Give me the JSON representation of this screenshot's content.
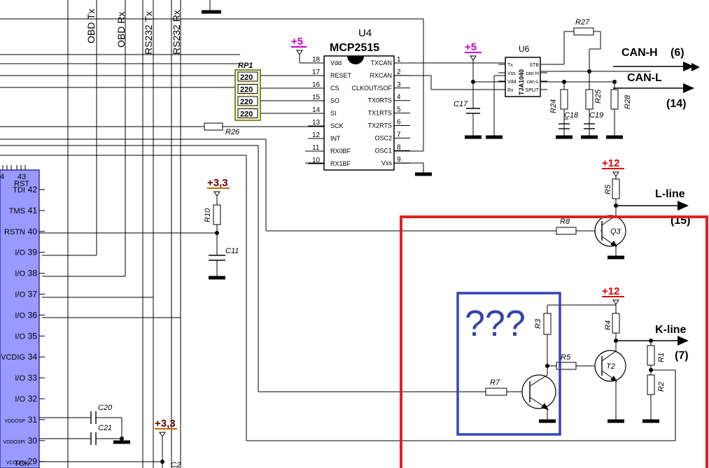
{
  "top_labels": {
    "obd_tx": "OBD Tx",
    "obd_rx": "OBD Rx",
    "rs232_tx": "RS232 Tx",
    "rs232_rx": "RS232 Rx"
  },
  "u4": {
    "ref": "U4",
    "name": "MCP2515",
    "left_pins": [
      {
        "num": "18",
        "name": "Vdd"
      },
      {
        "num": "17",
        "name": "RESET"
      },
      {
        "num": "16",
        "name": "CS"
      },
      {
        "num": "15",
        "name": "SO"
      },
      {
        "num": "14",
        "name": "SI"
      },
      {
        "num": "13",
        "name": "SCK"
      },
      {
        "num": "12",
        "name": "INT"
      },
      {
        "num": "11",
        "name": "RX0BF"
      },
      {
        "num": "10",
        "name": "RX1BF"
      }
    ],
    "right_pins": [
      {
        "num": "1",
        "name": "TXCAN"
      },
      {
        "num": "2",
        "name": "RXCAN"
      },
      {
        "num": "3",
        "name": "CLKOUT/SOF"
      },
      {
        "num": "4",
        "name": "TX0RTS"
      },
      {
        "num": "5",
        "name": "TX1RTS"
      },
      {
        "num": "6",
        "name": "TX2RTS"
      },
      {
        "num": "7",
        "name": "OSC2"
      },
      {
        "num": "8",
        "name": "OSC1"
      },
      {
        "num": "9",
        "name": "Vss"
      }
    ]
  },
  "u6": {
    "ref": "U6",
    "name": "TJA1040",
    "left_pins": [
      "Tx",
      "Vss",
      "Vdd",
      "Rx"
    ],
    "right_pins": [
      "STB",
      "can-H",
      "can-L",
      "SPLIT"
    ]
  },
  "rp1": {
    "ref": "RP1",
    "values": [
      "220",
      "220",
      "220",
      "220"
    ]
  },
  "mcu_pins": [
    {
      "num": "42",
      "name": "TDI"
    },
    {
      "num": "41",
      "name": "TMS"
    },
    {
      "num": "40",
      "name": "RSTN"
    },
    {
      "num": "39",
      "name": "I/O"
    },
    {
      "num": "38",
      "name": "I/O"
    },
    {
      "num": "37",
      "name": "I/O"
    },
    {
      "num": "36",
      "name": "I/O"
    },
    {
      "num": "35",
      "name": "I/O"
    },
    {
      "num": "34",
      "name": "VCDIG"
    },
    {
      "num": "33",
      "name": "I/O"
    },
    {
      "num": "32",
      "name": "I/O"
    },
    {
      "num": "31",
      "name": "VDDOSP"
    },
    {
      "num": "30",
      "name": "VDDOSPI"
    },
    {
      "num": "29",
      "name": "VCCDIG"
    }
  ],
  "mcu_top": {
    "pin4": "4",
    "pin43": "43",
    "rst": "RST"
  },
  "mcu_bottom_label": "TCK",
  "rails": {
    "v5a": "+5",
    "v5b": "+5",
    "v12a": "+12",
    "v12b": "+12",
    "v33a": "+3,3",
    "v33b": "+3,3"
  },
  "components": {
    "r3": "R3",
    "r4": "R4",
    "r5a": "R5",
    "r5b": "R5",
    "r7": "R7",
    "r8": "R8",
    "r1": "R1",
    "r2": "R2",
    "r10": "R10",
    "r24": "R24",
    "r25": "R25",
    "r26": "R26",
    "r27": "R27",
    "r28": "R28",
    "c2": "C2",
    "c11": "C11",
    "c17": "C17",
    "c18": "C18",
    "c19": "C19",
    "c20": "C20",
    "c21": "C21",
    "q3": "Q3",
    "t2": "T2"
  },
  "nets": {
    "can_h": "CAN-H",
    "can_h_pin": "(6)",
    "can_l": "CAN-L",
    "can_l_pin": "(14)",
    "l_line": "L-line",
    "l_line_pin": "(15)",
    "k_line": "K-line",
    "k_line_pin": "(7)"
  },
  "annotation": "???",
  "colors": {
    "mcu_fill": "#9999ff",
    "mcu_stroke": "#3333aa",
    "rp1_fill": "#ffffcc",
    "rp1_stroke": "#556600",
    "highlight_red": "#dd2222",
    "highlight_blue": "#3344bb",
    "question_text": "#3344aa"
  }
}
